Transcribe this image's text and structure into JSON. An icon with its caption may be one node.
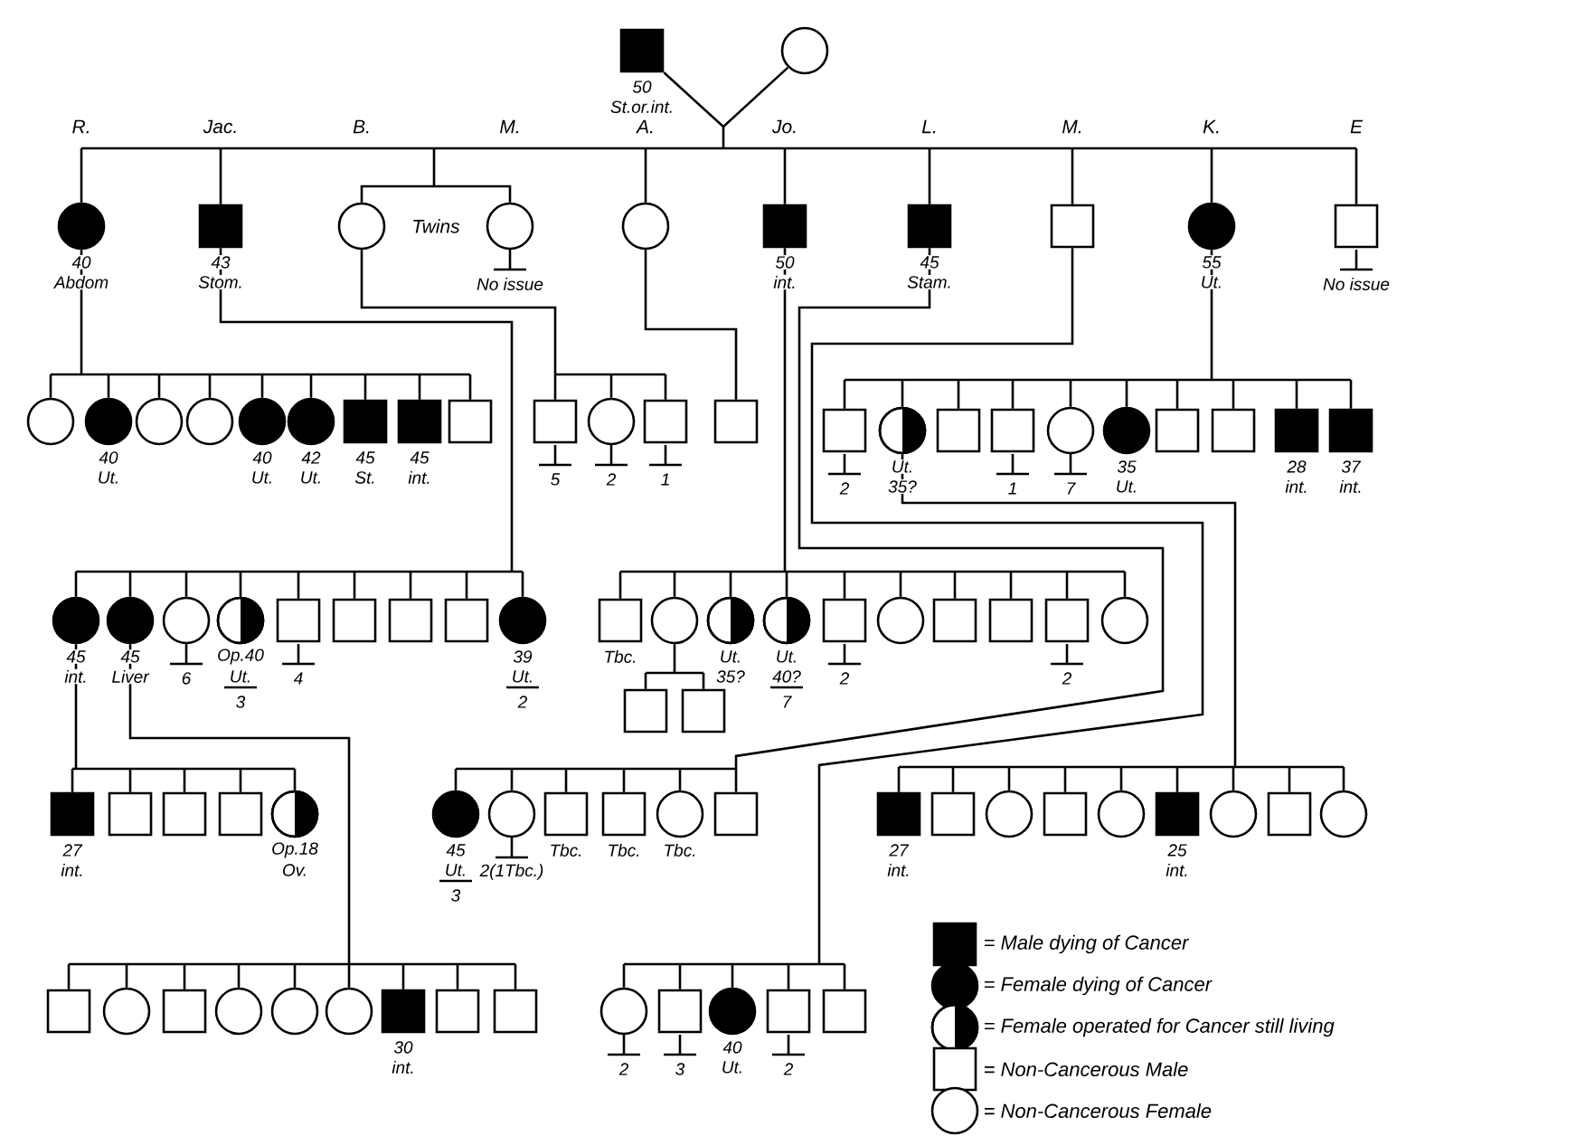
{
  "diagram": {
    "nodes": [
      {
        "text": [
          "50",
          "St.or.int."
        ]
      },
      {
        "text": [],
        "shape": "circle"
      },
      {
        "text": [
          "40",
          "Abdom"
        ]
      },
      {
        "text": [
          "43",
          "Stom."
        ]
      },
      {
        "text": [],
        "shape": "circle"
      },
      {
        "text": [
          "No issue"
        ]
      },
      {
        "text": [],
        "shape": "circle"
      },
      {
        "text": [
          "50",
          "int."
        ]
      },
      {
        "text": [
          "45",
          "Stam."
        ]
      },
      {
        "text": [],
        "shape": "box"
      },
      {
        "text": [
          "55",
          "Ut."
        ]
      },
      {
        "text": [
          "No issue"
        ]
      },
      {
        "text": [],
        "shape": "circle"
      },
      {
        "text": [
          "40",
          "Ut."
        ]
      },
      {
        "text": [],
        "shape": "circle"
      },
      {
        "text": [],
        "shape": "circle"
      },
      {
        "text": [
          "40",
          "Ut."
        ]
      },
      {
        "text": [
          "42",
          "Ut."
        ]
      },
      {
        "text": [
          "45",
          "St."
        ]
      },
      {
        "text": [
          "45",
          "int."
        ]
      },
      {
        "text": [],
        "shape": "box"
      },
      {
        "text": [
          "5"
        ]
      },
      {
        "text": [
          "2"
        ]
      },
      {
        "text": [
          "1"
        ]
      },
      {
        "text": [],
        "shape": "box"
      },
      {
        "text": [
          "2"
        ]
      },
      {
        "text": [
          "Ut.",
          "35?"
        ]
      },
      {
        "text": [],
        "shape": "box"
      },
      {
        "text": [
          "1"
        ]
      },
      {
        "text": [
          "7"
        ]
      },
      {
        "text": [
          "35",
          "Ut."
        ]
      },
      {
        "text": [],
        "shape": "box"
      },
      {
        "text": [],
        "shape": "box"
      },
      {
        "text": [
          "28",
          "int."
        ]
      },
      {
        "text": [
          "37",
          "int."
        ]
      },
      {
        "text": [
          "45",
          "int."
        ]
      },
      {
        "text": [
          "45",
          "Liver"
        ]
      },
      {
        "text": [
          "6"
        ]
      },
      {
        "text": [
          "Op.40",
          "Ut.",
          "3"
        ]
      },
      {
        "text": [
          "4"
        ]
      },
      {
        "text": [],
        "shape": "box"
      },
      {
        "text": [],
        "shape": "box"
      },
      {
        "text": [],
        "shape": "box"
      },
      {
        "text": [
          "39",
          "Ut.",
          "2"
        ]
      },
      {
        "text": [
          "Tbc."
        ]
      },
      {
        "text": [],
        "shape": "circle"
      },
      {
        "text": [
          "Ut.",
          "35?"
        ]
      },
      {
        "text": [
          "Ut.",
          "40?",
          "7"
        ]
      },
      {
        "text": [
          "2"
        ]
      },
      {
        "text": [],
        "shape": "circle"
      },
      {
        "text": [],
        "shape": "box"
      },
      {
        "text": [],
        "shape": "box"
      },
      {
        "text": [
          "2"
        ]
      },
      {
        "text": [],
        "shape": "circle"
      },
      {
        "text": [],
        "shape": "box"
      },
      {
        "text": [],
        "shape": "box"
      },
      {
        "text": [
          "27",
          "int."
        ]
      },
      {
        "text": [],
        "shape": "box"
      },
      {
        "text": [],
        "shape": "box"
      },
      {
        "text": [],
        "shape": "box"
      },
      {
        "text": [
          "Op.18",
          "Ov."
        ]
      },
      {
        "text": [
          "45",
          "Ut.",
          "3"
        ]
      },
      {
        "text": [
          "2(1Tbc.)"
        ]
      },
      {
        "text": [
          "Tbc."
        ]
      },
      {
        "text": [
          "Tbc."
        ]
      },
      {
        "text": [
          "Tbc."
        ]
      },
      {
        "text": [],
        "shape": "box"
      },
      {
        "text": [
          "27",
          "int."
        ]
      },
      {
        "text": [],
        "shape": "box"
      },
      {
        "text": [],
        "shape": "circle"
      },
      {
        "text": [],
        "shape": "box"
      },
      {
        "text": [],
        "shape": "circle"
      },
      {
        "text": [
          "25",
          "int."
        ]
      },
      {
        "text": [],
        "shape": "circle"
      },
      {
        "text": [],
        "shape": "box"
      },
      {
        "text": [],
        "shape": "circle"
      },
      {
        "text": [],
        "shape": "box"
      },
      {
        "text": [],
        "shape": "circle"
      },
      {
        "text": [],
        "shape": "box"
      },
      {
        "text": [],
        "shape": "circle"
      },
      {
        "text": [],
        "shape": "circle"
      },
      {
        "text": [],
        "shape": "circle"
      },
      {
        "text": [
          "30",
          "int."
        ]
      },
      {
        "text": [],
        "shape": "box"
      },
      {
        "text": [],
        "shape": "box"
      },
      {
        "text": [
          "2"
        ]
      },
      {
        "text": [
          "3"
        ]
      },
      {
        "text": [
          "40",
          "Ut."
        ]
      },
      {
        "text": [
          "2"
        ]
      },
      {
        "text": [],
        "shape": "box"
      }
    ],
    "edges": [
      {
        "from": 0,
        "to": 2,
        "arrow": "none"
      },
      {
        "from": 0,
        "to": 3,
        "arrow": "none"
      },
      {
        "from": 0,
        "to": 4,
        "arrow": "none"
      },
      {
        "from": 0,
        "to": 5,
        "arrow": "none"
      },
      {
        "from": 0,
        "to": 6,
        "arrow": "none"
      },
      {
        "from": 0,
        "to": 7,
        "arrow": "none"
      },
      {
        "from": 0,
        "to": 8,
        "arrow": "none"
      },
      {
        "from": 0,
        "to": 9,
        "arrow": "none"
      },
      {
        "from": 0,
        "to": 10,
        "arrow": "none"
      },
      {
        "from": 0,
        "to": 11,
        "arrow": "none"
      },
      {
        "from": 1,
        "to": 2,
        "arrow": "none"
      },
      {
        "from": 1,
        "to": 3,
        "arrow": "none"
      },
      {
        "from": 1,
        "to": 4,
        "arrow": "none"
      },
      {
        "from": 1,
        "to": 5,
        "arrow": "none"
      },
      {
        "from": 1,
        "to": 6,
        "arrow": "none"
      },
      {
        "from": 1,
        "to": 7,
        "arrow": "none"
      },
      {
        "from": 1,
        "to": 8,
        "arrow": "none"
      },
      {
        "from": 1,
        "to": 9,
        "arrow": "none"
      },
      {
        "from": 1,
        "to": 10,
        "arrow": "none"
      },
      {
        "from": 1,
        "to": 11,
        "arrow": "none"
      },
      {
        "from": 2,
        "to": 12,
        "arrow": "none"
      },
      {
        "from": 2,
        "to": 13,
        "arrow": "none"
      },
      {
        "from": 2,
        "to": 14,
        "arrow": "none"
      },
      {
        "from": 2,
        "to": 15,
        "arrow": "none"
      },
      {
        "from": 2,
        "to": 16,
        "arrow": "none"
      },
      {
        "from": 2,
        "to": 17,
        "arrow": "none"
      },
      {
        "from": 2,
        "to": 18,
        "arrow": "none"
      },
      {
        "from": 2,
        "to": 19,
        "arrow": "none"
      },
      {
        "from": 2,
        "to": 20,
        "arrow": "none"
      },
      {
        "from": 4,
        "to": 21,
        "arrow": "none"
      },
      {
        "from": 4,
        "to": 22,
        "arrow": "none"
      },
      {
        "from": 4,
        "to": 23,
        "arrow": "none"
      },
      {
        "from": 6,
        "to": 24,
        "arrow": "none"
      },
      {
        "from": 10,
        "to": 25,
        "arrow": "none"
      },
      {
        "from": 10,
        "to": 26,
        "arrow": "none"
      },
      {
        "from": 10,
        "to": 27,
        "arrow": "none"
      },
      {
        "from": 10,
        "to": 28,
        "arrow": "none"
      },
      {
        "from": 10,
        "to": 29,
        "arrow": "none"
      },
      {
        "from": 10,
        "to": 30,
        "arrow": "none"
      },
      {
        "from": 10,
        "to": 31,
        "arrow": "none"
      },
      {
        "from": 10,
        "to": 32,
        "arrow": "none"
      },
      {
        "from": 10,
        "to": 33,
        "arrow": "none"
      },
      {
        "from": 10,
        "to": 34,
        "arrow": "none"
      },
      {
        "from": 3,
        "to": 35,
        "arrow": "none"
      },
      {
        "from": 3,
        "to": 36,
        "arrow": "none"
      },
      {
        "from": 3,
        "to": 37,
        "arrow": "none"
      },
      {
        "from": 3,
        "to": 38,
        "arrow": "none"
      },
      {
        "from": 3,
        "to": 39,
        "arrow": "none"
      },
      {
        "from": 3,
        "to": 40,
        "arrow": "none"
      },
      {
        "from": 3,
        "to": 41,
        "arrow": "none"
      },
      {
        "from": 3,
        "to": 42,
        "arrow": "none"
      },
      {
        "from": 3,
        "to": 43,
        "arrow": "none"
      },
      {
        "from": 7,
        "to": 44,
        "arrow": "none"
      },
      {
        "from": 7,
        "to": 45,
        "arrow": "none"
      },
      {
        "from": 7,
        "to": 46,
        "arrow": "none"
      },
      {
        "from": 7,
        "to": 47,
        "arrow": "none"
      },
      {
        "from": 7,
        "to": 48,
        "arrow": "none"
      },
      {
        "from": 7,
        "to": 49,
        "arrow": "none"
      },
      {
        "from": 7,
        "to": 50,
        "arrow": "none"
      },
      {
        "from": 7,
        "to": 51,
        "arrow": "none"
      },
      {
        "from": 7,
        "to": 52,
        "arrow": "none"
      },
      {
        "from": 7,
        "to": 53,
        "arrow": "none"
      },
      {
        "from": 45,
        "to": 54,
        "arrow": "none"
      },
      {
        "from": 45,
        "to": 55,
        "arrow": "none"
      },
      {
        "from": 35,
        "to": 56,
        "arrow": "none"
      },
      {
        "from": 35,
        "to": 57,
        "arrow": "none"
      },
      {
        "from": 35,
        "to": 58,
        "arrow": "none"
      },
      {
        "from": 35,
        "to": 59,
        "arrow": "none"
      },
      {
        "from": 35,
        "to": 60,
        "arrow": "none"
      },
      {
        "from": 8,
        "to": 61,
        "arrow": "none"
      },
      {
        "from": 8,
        "to": 62,
        "arrow": "none"
      },
      {
        "from": 8,
        "to": 63,
        "arrow": "none"
      },
      {
        "from": 8,
        "to": 64,
        "arrow": "none"
      },
      {
        "from": 8,
        "to": 65,
        "arrow": "none"
      },
      {
        "from": 8,
        "to": 66,
        "arrow": "none"
      },
      {
        "from": 26,
        "to": 67,
        "arrow": "none"
      },
      {
        "from": 26,
        "to": 68,
        "arrow": "none"
      },
      {
        "from": 26,
        "to": 69,
        "arrow": "none"
      },
      {
        "from": 26,
        "to": 70,
        "arrow": "none"
      },
      {
        "from": 26,
        "to": 71,
        "arrow": "none"
      },
      {
        "from": 26,
        "to": 72,
        "arrow": "none"
      },
      {
        "from": 26,
        "to": 73,
        "arrow": "none"
      },
      {
        "from": 26,
        "to": 74,
        "arrow": "none"
      },
      {
        "from": 26,
        "to": 75,
        "arrow": "none"
      },
      {
        "from": 36,
        "to": 76,
        "arrow": "none"
      },
      {
        "from": 36,
        "to": 77,
        "arrow": "none"
      },
      {
        "from": 36,
        "to": 78,
        "arrow": "none"
      },
      {
        "from": 36,
        "to": 79,
        "arrow": "none"
      },
      {
        "from": 36,
        "to": 80,
        "arrow": "none"
      },
      {
        "from": 36,
        "to": 81,
        "arrow": "none"
      },
      {
        "from": 36,
        "to": 82,
        "arrow": "none"
      },
      {
        "from": 36,
        "to": 83,
        "arrow": "none"
      },
      {
        "from": 36,
        "to": 84,
        "arrow": "none"
      },
      {
        "from": 9,
        "to": 85,
        "arrow": "none"
      },
      {
        "from": 9,
        "to": 86,
        "arrow": "none"
      },
      {
        "from": 9,
        "to": 87,
        "arrow": "none"
      },
      {
        "from": 9,
        "to": 88,
        "arrow": "none"
      },
      {
        "from": 9,
        "to": 89,
        "arrow": "none"
      }
    ],
    "labels": [
      "R.",
      "Jac.",
      "B.",
      "M.",
      "A.",
      "Jo.",
      "L.",
      "M.",
      "K.",
      "E",
      "Twins"
    ],
    "legend": [
      {
        "text": "= Male dying of Cancer"
      },
      {
        "text": "= Female dying of Cancer"
      },
      {
        "text": "= Female operated for Cancer still living"
      },
      {
        "text": "= Non-Cancerous Male"
      },
      {
        "text": "= Non-Cancerous Female"
      }
    ]
  }
}
